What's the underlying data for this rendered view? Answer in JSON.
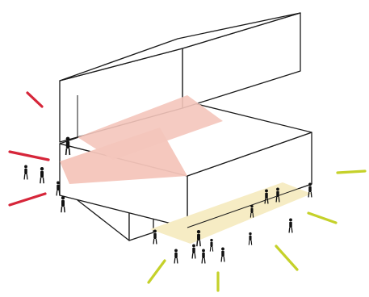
{
  "diagram": {
    "colors": {
      "background": "#ffffff",
      "outline": "#1a1a1a",
      "block_fill": "#ffffff",
      "pink_zone": "#f4c5bb",
      "yellow_zone": "#f6ecc4",
      "red_ray": "#d6263a",
      "green_ray": "#c5d12a",
      "figure": "#111111"
    },
    "elements": {
      "blocks": [
        "top-slab",
        "middle-slab",
        "lower-left-slab"
      ],
      "zones": [
        "pink-activity-zone",
        "yellow-activity-zone"
      ],
      "ray_groups": [
        "red-rays-left",
        "green-rays-right"
      ],
      "figure_group": "people-silhouettes"
    }
  }
}
